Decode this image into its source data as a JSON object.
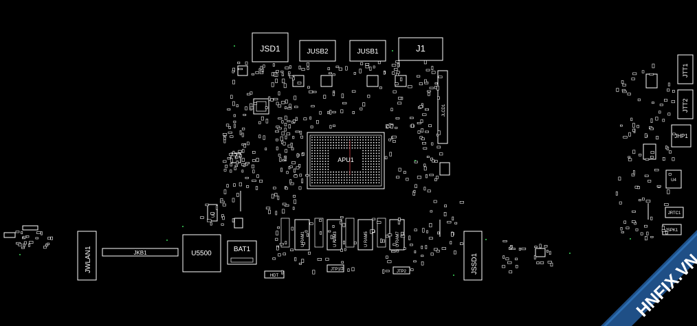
{
  "board": {
    "components": {
      "jsd1": "JSD1",
      "jusb2": "JUSB2",
      "jusb1": "JUSB1",
      "j1": "J1",
      "jlcd1": "JLCD1",
      "apu": "APU1",
      "jwlan1": "JWLAN1",
      "jkb1": "JKB1",
      "u5500": "U5500",
      "bat1": "BAT1",
      "jssd1": "JSSD1",
      "jtt1": "JTT1",
      "jtt2": "JTT2",
      "jhp1": "JHP1",
      "jrtc1": "JRTC1",
      "jspk1": "JSPK1",
      "jtp1": "JTP1",
      "jtp2": "JTP2",
      "hdt": "HDT",
      "u4": "U4",
      "u1": "U1",
      "ram": [
        "U RAM1",
        "U RAM2",
        "U RAM3",
        "U RAM4",
        "U RAM5",
        "U RAM6",
        "U RAM7",
        "U RAM8"
      ]
    },
    "colors": {
      "background": "#000000",
      "trace": "#ffffff",
      "marker": "#3bdc5a",
      "watermark": "#1f4f86"
    }
  },
  "watermark": {
    "text": "HNFIX.VN"
  }
}
